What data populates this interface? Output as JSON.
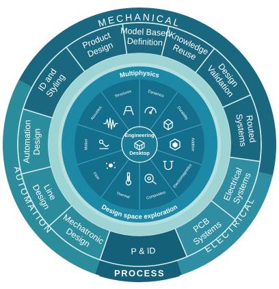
{
  "outer_ring": {
    "mechanical": {
      "label": "MECHANICAL",
      "segments": [
        [
          "Product",
          "Design"
        ],
        [
          "Model Based",
          "Definition"
        ],
        [
          "Knowledge",
          "Reuse"
        ],
        [
          "Design",
          "Validation"
        ],
        [
          "Routed",
          "Systems"
        ]
      ]
    },
    "electrical": {
      "label": "ELECTRICAL",
      "segments": [
        [
          "Electrical",
          "Systems"
        ],
        [
          "PCB",
          "Systems"
        ]
      ]
    },
    "process": {
      "label": "PROCESS",
      "segments": [
        [
          "P & ID"
        ]
      ]
    },
    "automation": {
      "label": "AUTOMATION",
      "segments": [
        [
          "Mechatronic",
          "Design"
        ],
        [
          "Line",
          "Design"
        ],
        [
          "Automation",
          "Design"
        ]
      ]
    },
    "id_styling": [
      "ID and",
      "Styling"
    ]
  },
  "middle_ring": {
    "top_label": "Multiphysics",
    "bottom_label": "Design space exploration"
  },
  "inner_ring": {
    "segments": [
      {
        "label": "Dynamics",
        "icon": "gauge-icon"
      },
      {
        "label": "Durability",
        "icon": "cube-wireframe-icon"
      },
      {
        "label": "Additive",
        "icon": "hexagon-icon"
      },
      {
        "label": "Electromagnetics",
        "icon": "magnet-icon"
      },
      {
        "label": "Composites",
        "icon": "film-roll-icon"
      },
      {
        "label": "Thermal",
        "icon": "thermometer-icon"
      },
      {
        "label": "Flow",
        "icon": "flow-dots-icon"
      },
      {
        "label": "Motion",
        "icon": "motion-arm-icon"
      },
      {
        "label": "Acoustics",
        "icon": "waveform-icon"
      },
      {
        "label": "Structures",
        "icon": "structure-icon"
      }
    ]
  },
  "center": {
    "lines": [
      "Engineering",
      "Desktop"
    ],
    "icon": "cube-stack-icon"
  },
  "colors": {
    "mechanical": "#1a6880",
    "electrical": "#2f8ea1",
    "process": "#156079",
    "automation": "#2b8c9c",
    "divider": "#d6eef0",
    "light_ring": "#9ed4d4",
    "middle_band": "#1c8aa6",
    "inner_dark": "#136f8c",
    "center_bg": "#1a7c96"
  }
}
